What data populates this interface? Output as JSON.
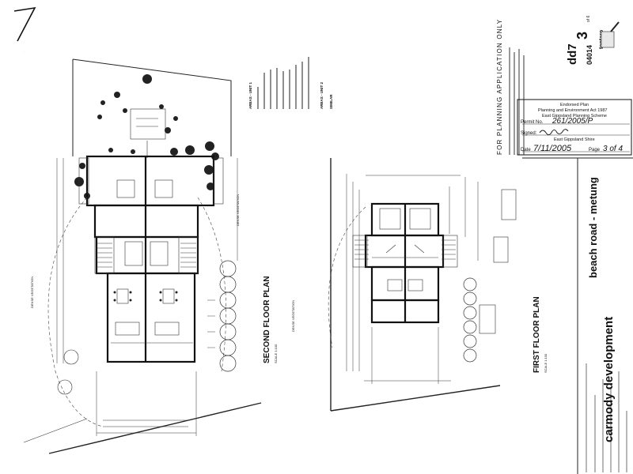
{
  "drawing": {
    "sheet_mark": "7",
    "second_floor_title": "SECOND FLOOR PLAN",
    "first_floor_title": "FIRST FLOOR PLAN",
    "scale_note": "SCALE 1:100",
    "areas_unit1": "AREAS - UNIT 1",
    "areas_unit2": "AREAS - UNIT 2",
    "similar": "SIMILAR",
    "dense_vegetation": "DENSE VEGETATION"
  },
  "title_block": {
    "planning_note": "FOR PLANNING APPLICATION ONLY",
    "company": "carmody development",
    "project": "beach road - metung",
    "drawing_code": "dd7",
    "sheet_number": "3",
    "sheet_of": "of 6",
    "job_number": "04014",
    "brand": "tontaro"
  },
  "endorsement": {
    "heading": "Endorsed Plan",
    "act": "Planning and Environment Act 1987",
    "scheme": "East Gippsland Planning Scheme",
    "permit_label": "Permit No.",
    "permit_value": "261/2005/P",
    "signed_label": "Signed:",
    "shire": "East Gippsland Shire",
    "date_label": "Date",
    "date_value": "7/11/2005",
    "page_label": "Page",
    "page_value": "3 of 4"
  }
}
